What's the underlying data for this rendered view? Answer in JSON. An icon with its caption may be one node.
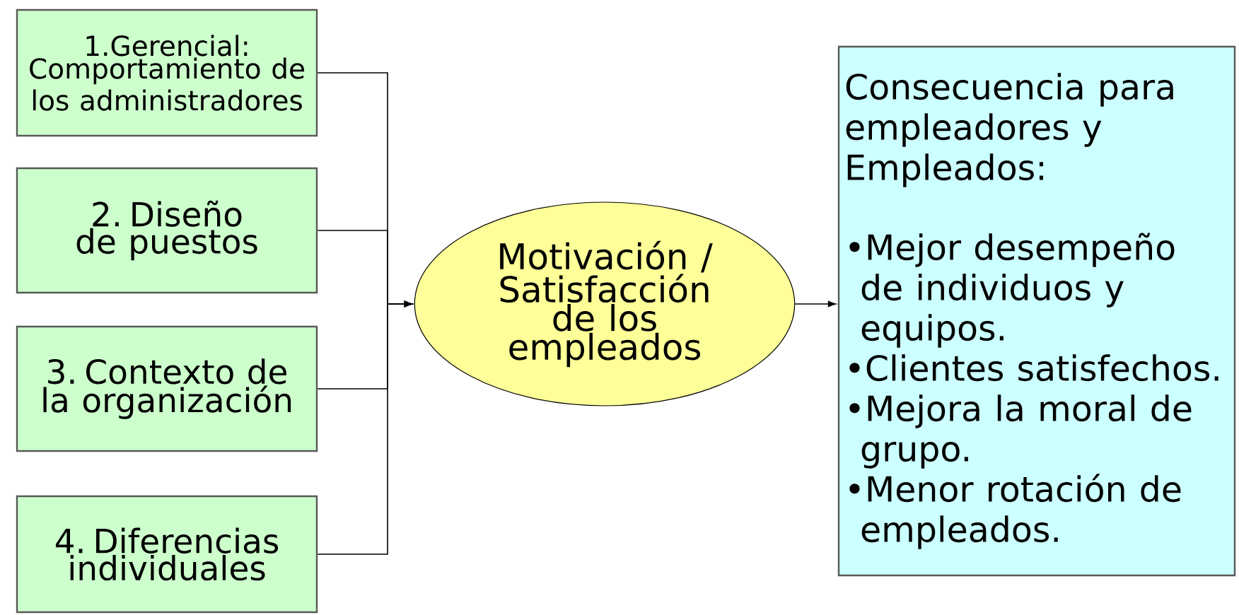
{
  "diagram": {
    "nodes": [
      {
        "text": [
          "1.Gerencial:",
          "Comportamiento de los administradores"
        ]
      },
      {
        "text": [
          "2. Diseño de puestos"
        ]
      },
      {
        "text": [
          "3. Contexto de la organización"
        ]
      },
      {
        "text": [
          "4. Diferencias individuales"
        ]
      },
      {
        "text": [
          "Motivación / Satisfacción de los empleados"
        ]
      },
      {
        "text": [
          "Consecuencia para empleadores y Empleados:",
          "•Mejor desempeño de individuos y equipos.",
          "•Clientes satisfechos.",
          "•Mejora la moral de grupo.",
          "•Menor rotación de empleados."
        ]
      }
    ],
    "edges": [
      {
        "from": 0,
        "to": 4,
        "arrow": "to"
      },
      {
        "from": 1,
        "to": 4,
        "arrow": "to"
      },
      {
        "from": 2,
        "to": 4,
        "arrow": "to"
      },
      {
        "from": 3,
        "to": 4,
        "arrow": "to"
      },
      {
        "from": 4,
        "to": 5,
        "arrow": "to"
      }
    ]
  }
}
